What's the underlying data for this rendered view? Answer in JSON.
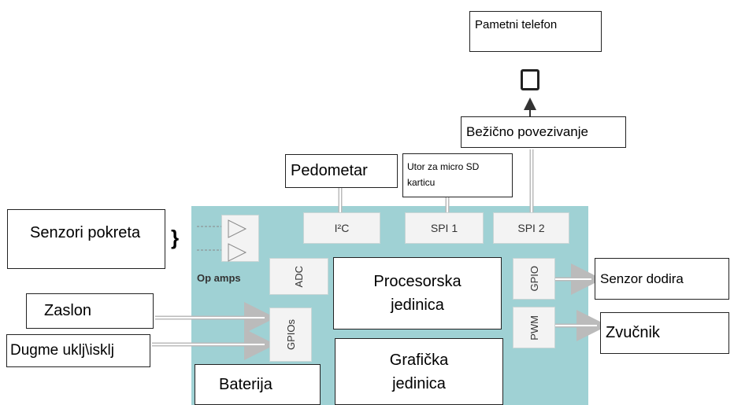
{
  "external": {
    "smartphone": "Pametni telefon",
    "wireless": "Bežično povezivanje",
    "pedometer": "Pedometar",
    "sd_slot_line1": "Utor za micro SD",
    "sd_slot_line2": "karticu",
    "motion_sensors": "Senzori pokreta",
    "brace": "}",
    "display": "Zaslon",
    "power_button": "Dugme uklj\\isklj",
    "touch_sensor": "Senzor dodira",
    "speaker": "Zvučnik"
  },
  "chip": {
    "i2c": "I²C",
    "spi1": "SPI 1",
    "spi2": "SPI 2",
    "opamps": "Op amps",
    "adc": "ADC",
    "gpios": "GPIOs",
    "gpio": "GPIO",
    "pwm": "PWM",
    "cpu_line1": "Procesorska",
    "cpu_line2": "jedinica",
    "gpu_line1": "Grafička",
    "gpu_line2": "jedinica",
    "battery": "Baterija"
  },
  "colors": {
    "chip": "#9fd1d4",
    "block": "#f3f3f3",
    "arrow": "#c8c8c8"
  }
}
